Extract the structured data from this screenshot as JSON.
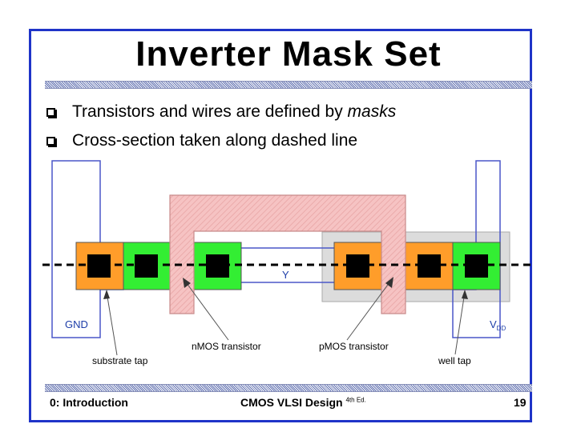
{
  "slide": {
    "title": "Inverter Mask Set",
    "bullets": [
      {
        "text_before": "Transistors and wires are defined by ",
        "text_em": "masks"
      },
      {
        "text_before": "Cross-section taken along dashed line",
        "text_em": ""
      }
    ]
  },
  "diagram": {
    "labels": {
      "gnd": "GND",
      "vdd": "V",
      "vdd_sub": "DD",
      "y": "Y",
      "substrate_tap": "substrate tap",
      "nmos": "nMOS transistor",
      "pmos": "pMOS transistor",
      "well_tap": "well tap"
    },
    "colors": {
      "metal_outline": "#4a57c8",
      "poly_fill": "#f6c3c3",
      "poly_outline": "#c88a8a",
      "n_diffusion": "#33ee33",
      "p_diffusion": "#ff9d2a",
      "nwell": "#dddddd",
      "contact": "#000000",
      "label": "#1d3da8"
    }
  },
  "footer": {
    "left": "0: Introduction",
    "center": "CMOS VLSI Design",
    "center_sup": "4th Ed.",
    "page": "19"
  }
}
